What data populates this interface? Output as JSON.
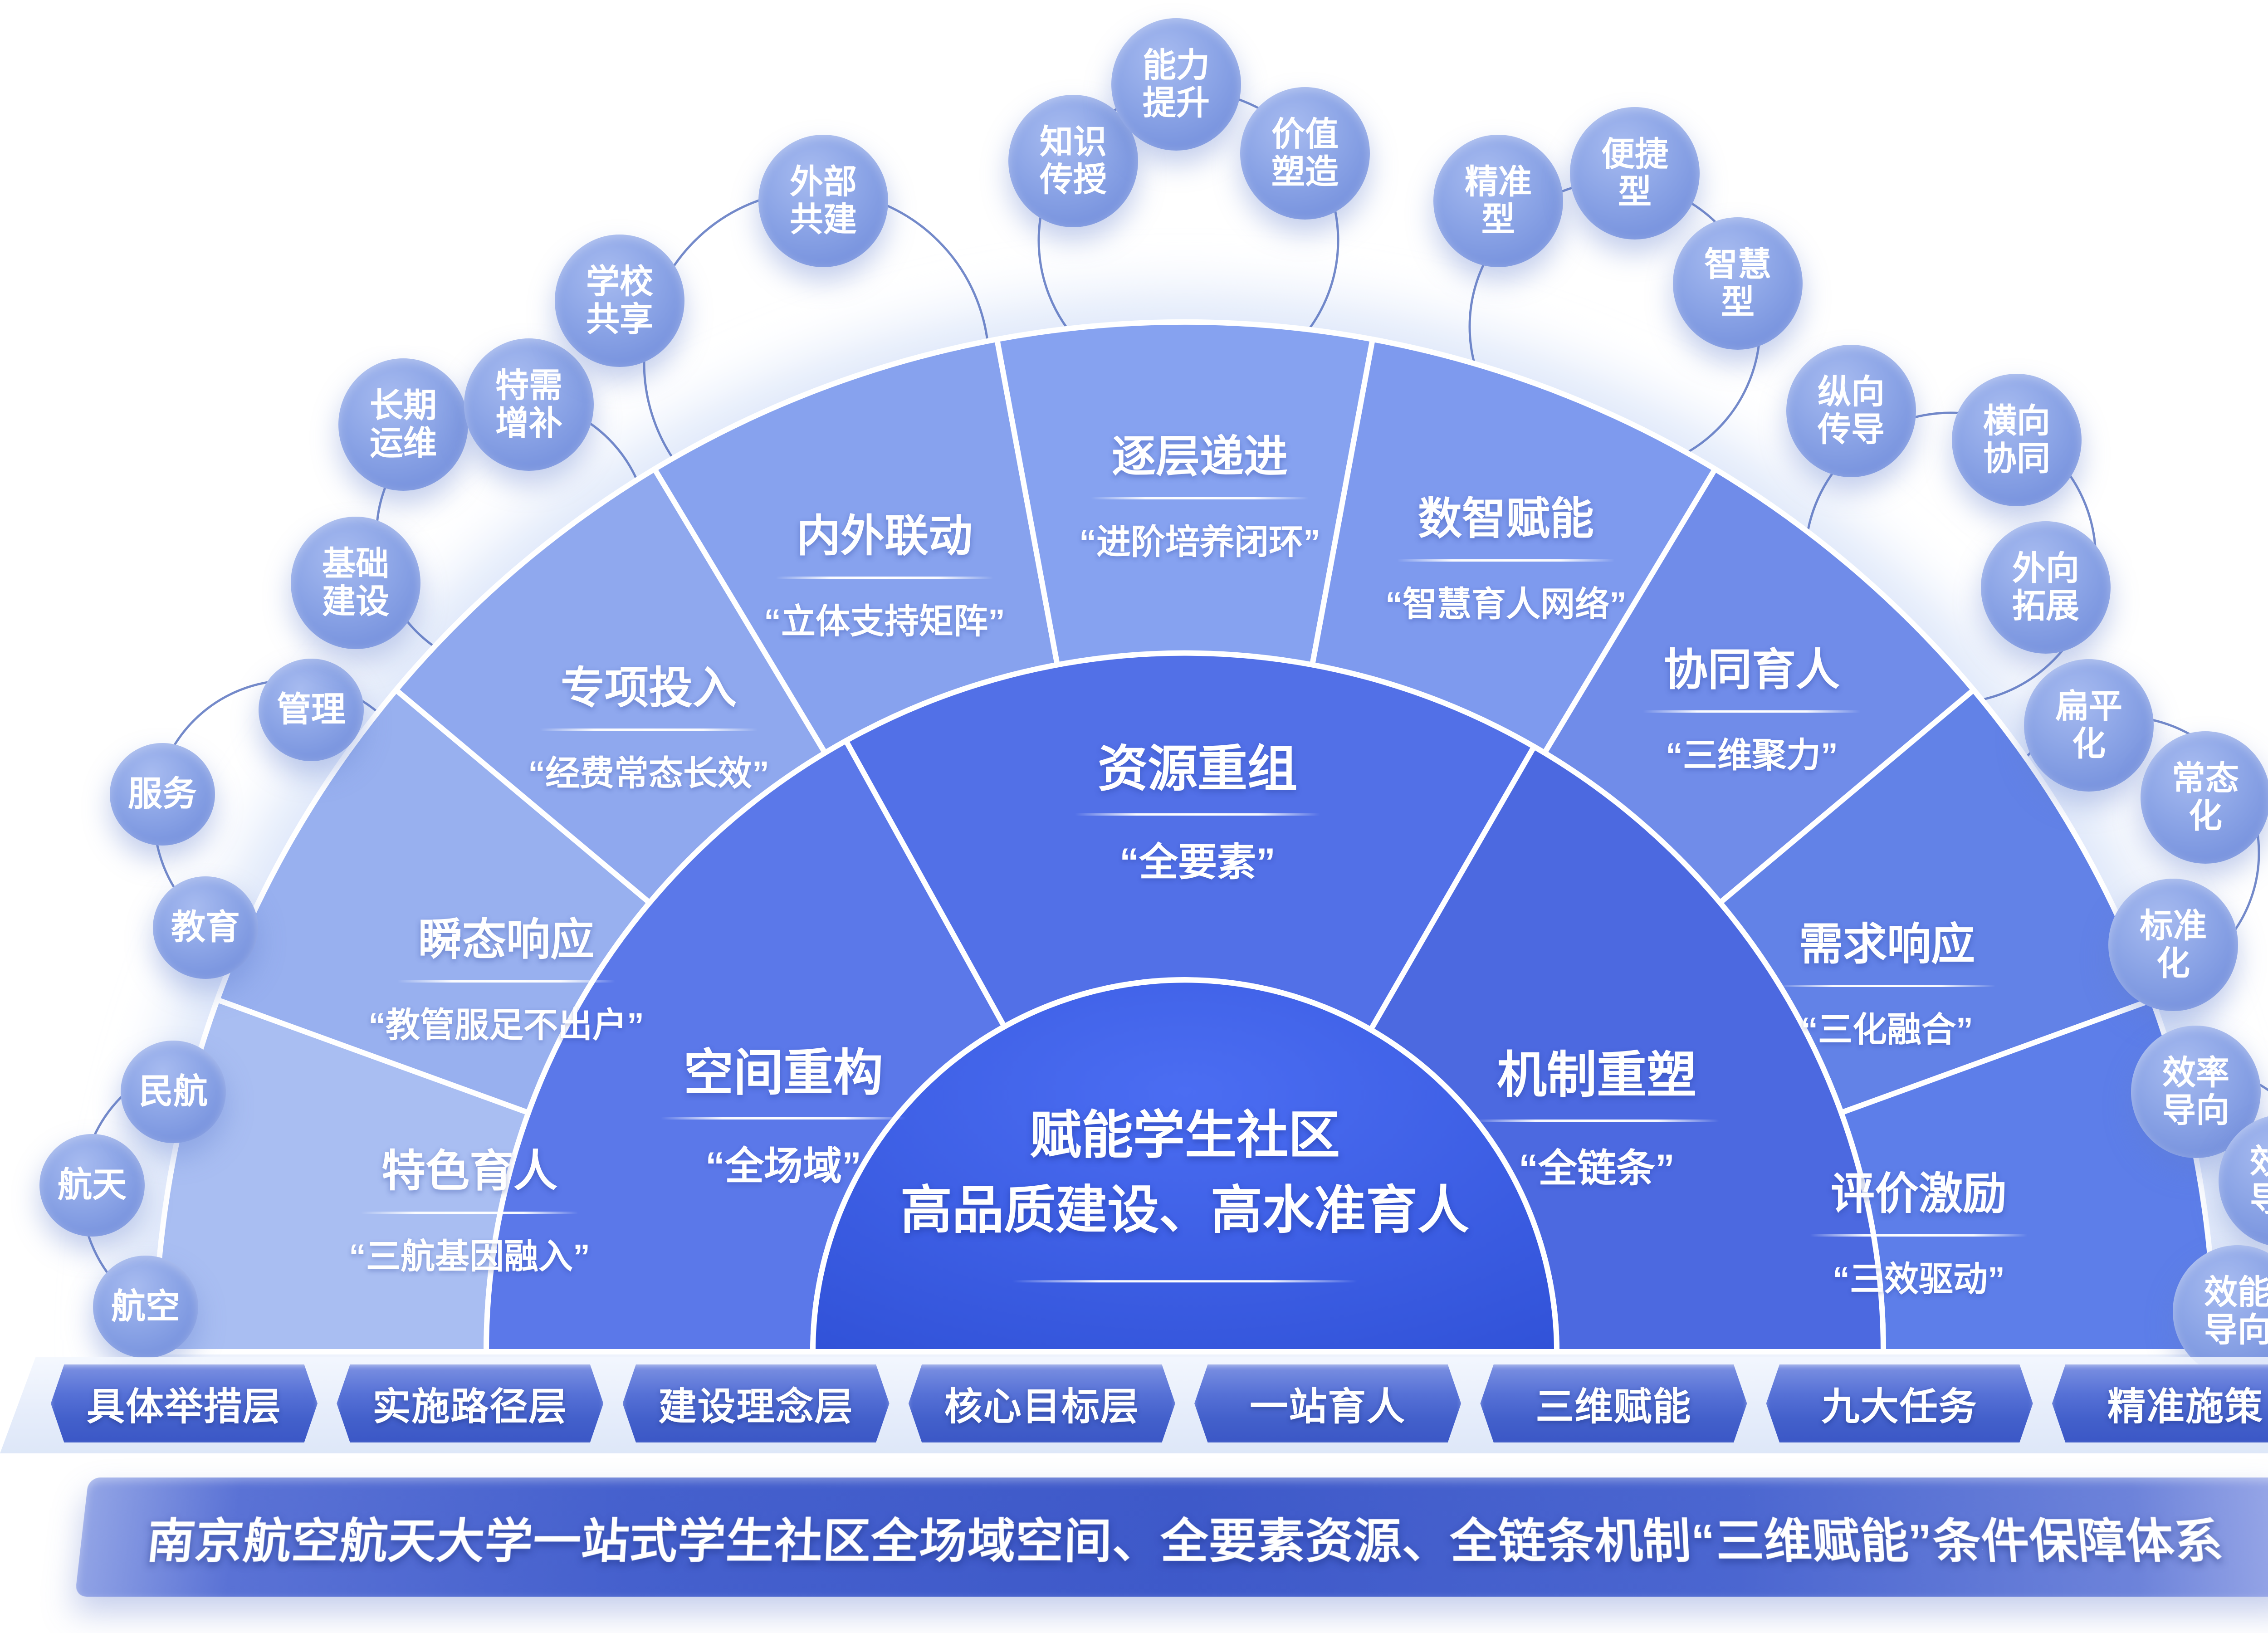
{
  "center": {
    "line1": "赋能学生社区",
    "line2": "高品质建设、高水准育人"
  },
  "middle_ring": [
    {
      "title": "空间重构",
      "subtitle": "“全场域”"
    },
    {
      "title": "资源重组",
      "subtitle": "“全要素”"
    },
    {
      "title": "机制重塑",
      "subtitle": "“全链条”"
    }
  ],
  "outer_ring": [
    {
      "title": "特色育人",
      "subtitle": "“三航基因融入”"
    },
    {
      "title": "瞬态响应",
      "subtitle": "“教管服足不出户”"
    },
    {
      "title": "专项投入",
      "subtitle": "“经费常态长效”"
    },
    {
      "title": "内外联动",
      "subtitle": "“立体支持矩阵”"
    },
    {
      "title": "逐层递进",
      "subtitle": "“进阶培养闭环”"
    },
    {
      "title": "数智赋能",
      "subtitle": "“智慧育人网络”"
    },
    {
      "title": "协同育人",
      "subtitle": "“三维聚力”"
    },
    {
      "title": "需求响应",
      "subtitle": "“三化融合”"
    },
    {
      "title": "评价激励",
      "subtitle": "“三效驱动”"
    }
  ],
  "bubbles": [
    {
      "line1": "航空",
      "line2": ""
    },
    {
      "line1": "航天",
      "line2": ""
    },
    {
      "line1": "民航",
      "line2": ""
    },
    {
      "line1": "教育",
      "line2": ""
    },
    {
      "line1": "服务",
      "line2": ""
    },
    {
      "line1": "管理",
      "line2": ""
    },
    {
      "line1": "基础",
      "line2": "建设"
    },
    {
      "line1": "长期",
      "line2": "运维"
    },
    {
      "line1": "特需",
      "line2": "增补"
    },
    {
      "line1": "学校",
      "line2": "共享"
    },
    {
      "line1": "外部",
      "line2": "共建"
    },
    {
      "line1": "知识",
      "line2": "传授"
    },
    {
      "line1": "能力",
      "line2": "提升"
    },
    {
      "line1": "价值",
      "line2": "塑造"
    },
    {
      "line1": "精准",
      "line2": "型"
    },
    {
      "line1": "便捷",
      "line2": "型"
    },
    {
      "line1": "智慧",
      "line2": "型"
    },
    {
      "line1": "纵向",
      "line2": "传导"
    },
    {
      "line1": "横向",
      "line2": "协同"
    },
    {
      "line1": "外向",
      "line2": "拓展"
    },
    {
      "line1": "扁平",
      "line2": "化"
    },
    {
      "line1": "常态",
      "line2": "化"
    },
    {
      "line1": "标准",
      "line2": "化"
    },
    {
      "line1": "效率",
      "line2": "导向"
    },
    {
      "line1": "效益",
      "line2": "导向"
    },
    {
      "line1": "效能",
      "line2": "导向"
    }
  ],
  "arrows": {
    "labels": [
      "具体举措层",
      "实施路径层",
      "建设理念层",
      "核心目标层",
      "一站育人",
      "三维赋能",
      "九大任务",
      "精准施策"
    ]
  },
  "banner": {
    "text": "南京航空航天大学一站式学生社区全场域空间、全要素资源、全链条机制“三维赋能”条件保障体系"
  },
  "palette": {
    "core_blue": "#3b5fe0",
    "middle_ring_blue": "#5270e7",
    "outer_ring_light": "#a9bef2",
    "outer_ring_dark": "#5d7ee9",
    "bubble_blue": "#8ba4e6",
    "badge_blue": "#4360cb",
    "banner_blue": "#3e59c9",
    "connector_line": "#4663b8",
    "text_white": "#ffffff"
  }
}
